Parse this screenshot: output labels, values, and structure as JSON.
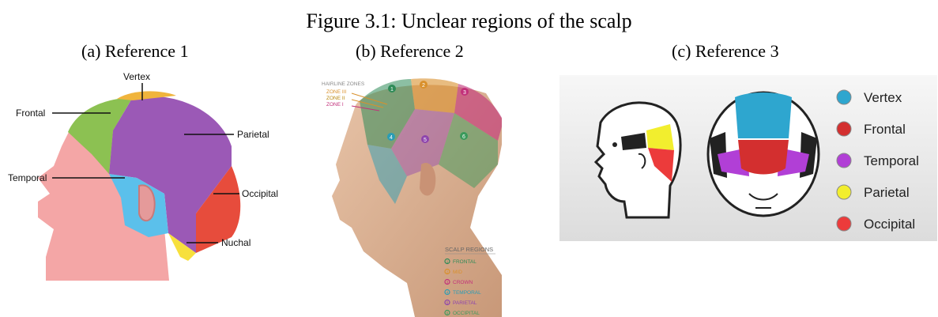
{
  "figure": {
    "title": "Figure 3.1: Unclear regions of the scalp"
  },
  "panel_a": {
    "caption": "(a) Reference 1",
    "labels": {
      "vertex": "Vertex",
      "frontal": "Frontal",
      "parietal": "Parietal",
      "temporal": "Temporal",
      "occipital": "Occipital",
      "nuchal": "Nuchal"
    },
    "colors": {
      "vertex": "#f0b43c",
      "frontal": "#8cc152",
      "parietal": "#9b59b6",
      "temporal": "#5bc0eb",
      "occipital": "#e74c3c",
      "nuchal": "#f7e03c",
      "skin": "#f4a6a6"
    }
  },
  "panel_b": {
    "caption": "(b) Reference 2",
    "hairline": {
      "title": "HAIRLINE ZONES",
      "zones": [
        "ZONE III",
        "ZONE II",
        "ZONE I"
      ]
    },
    "markers": [
      "1",
      "2",
      "3",
      "4",
      "5",
      "6"
    ],
    "scalp": {
      "title": "SCALP REGIONS",
      "items": [
        {
          "num": "1",
          "label": "FRONTAL",
          "color": "#2e8b57"
        },
        {
          "num": "2",
          "label": "MID",
          "color": "#d9902b"
        },
        {
          "num": "3",
          "label": "CROWN",
          "color": "#c2307a"
        },
        {
          "num": "4",
          "label": "TEMPORAL",
          "color": "#2a9db5"
        },
        {
          "num": "5",
          "label": "PARIETAL",
          "color": "#8e44ad"
        },
        {
          "num": "6",
          "label": "OCCIPITAL",
          "color": "#3a9a5b"
        }
      ]
    }
  },
  "panel_c": {
    "caption": "(c) Reference 3",
    "legend": [
      {
        "label": "Vertex",
        "color": "#2ea6cf"
      },
      {
        "label": "Frontal",
        "color": "#d32f2f"
      },
      {
        "label": "Temporal",
        "color": "#b13fd6"
      },
      {
        "label": "Parietal",
        "color": "#f2ee2e"
      },
      {
        "label": "Occipital",
        "color": "#ec3b3b"
      }
    ]
  }
}
